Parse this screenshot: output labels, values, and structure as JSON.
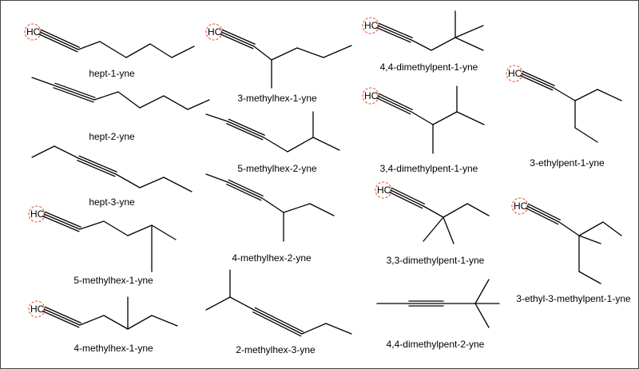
{
  "terminal_label": "HC",
  "highlight_color": "#e8542a",
  "molecules": [
    {
      "id": "hept-1-yne",
      "name": "hept-1-yne",
      "terminal": true
    },
    {
      "id": "hept-2-yne",
      "name": "hept-2-yne",
      "terminal": false
    },
    {
      "id": "hept-3-yne",
      "name": "hept-3-yne",
      "terminal": false
    },
    {
      "id": "5-methylhex-1-yne",
      "name": "5-methylhex-1-yne",
      "terminal": true
    },
    {
      "id": "4-methylhex-1-yne",
      "name": "4-methylhex-1-yne",
      "terminal": true
    },
    {
      "id": "3-methylhex-1-yne",
      "name": "3-methylhex-1-yne",
      "terminal": true
    },
    {
      "id": "5-methylhex-2-yne",
      "name": "5-methylhex-2-yne",
      "terminal": false
    },
    {
      "id": "4-methylhex-2-yne",
      "name": "4-methylhex-2-yne",
      "terminal": false
    },
    {
      "id": "2-methylhex-3-yne",
      "name": "2-methylhex-3-yne",
      "terminal": false
    },
    {
      "id": "4-4-dimethylpent-1-yne",
      "name": "4,4-dimethylpent-1-yne",
      "terminal": true
    },
    {
      "id": "3-4-dimethylpent-1-yne",
      "name": "3,4-dimethylpent-1-yne",
      "terminal": true
    },
    {
      "id": "3-3-dimethylpent-1-yne",
      "name": "3,3-dimethylpent-1-yne",
      "terminal": true
    },
    {
      "id": "4-4-dimethylpent-2-yne",
      "name": "4,4-dimethylpent-2-yne",
      "terminal": false
    },
    {
      "id": "3-ethylpent-1-yne",
      "name": "3-ethylpent-1-yne",
      "terminal": true
    },
    {
      "id": "3-ethyl-3-methylpent-1-yne",
      "name": "3-ethyl-3-methylpent-1-yne",
      "terminal": true
    }
  ]
}
